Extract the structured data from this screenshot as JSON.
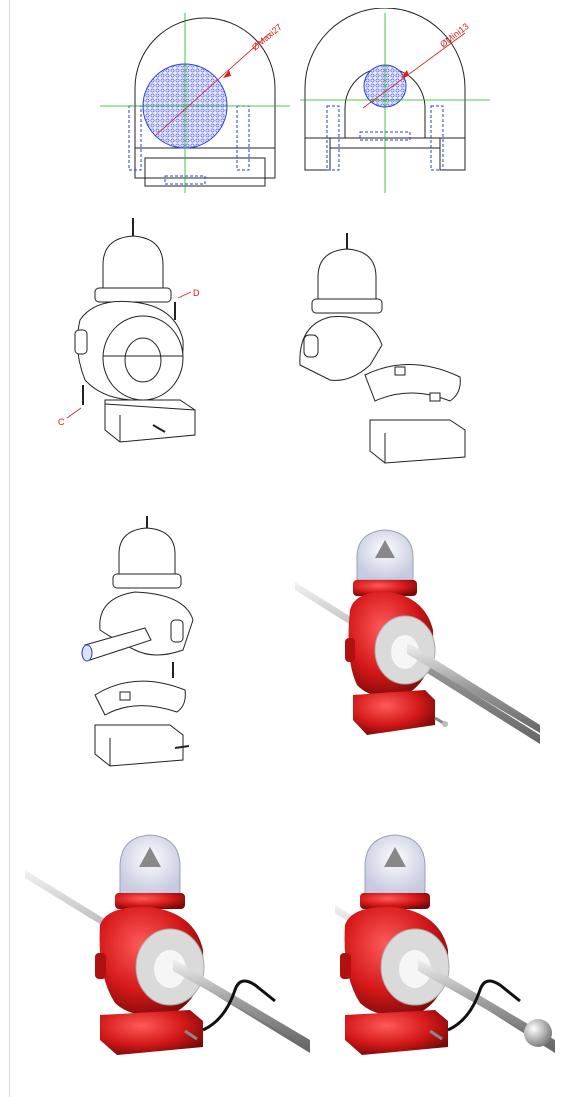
{
  "drawings": {
    "maxi_label": "ØMaxi27",
    "mini_label": "ØMini13",
    "callout_d": "D",
    "callout_c": "C"
  },
  "colors": {
    "line": "#222222",
    "hidden_line": "#2a3bd6",
    "center_line": "#19b619",
    "dimension": "#d62020",
    "hatch": "#4a58d8",
    "body_red": "#d41818",
    "pipe_gray": "#9a9a9a"
  },
  "icons": [
    "cable-icon",
    "clamp-ring-icon",
    "dome-lamp-icon"
  ]
}
